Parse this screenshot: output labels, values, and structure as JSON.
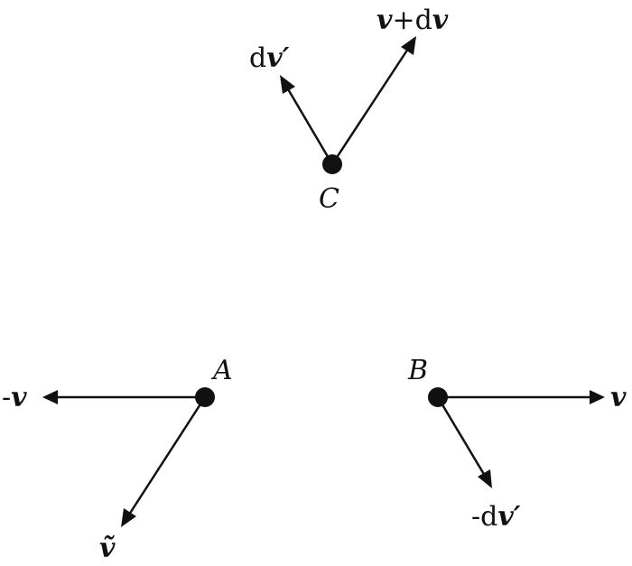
{
  "points": {
    "A": {
      "label": "A"
    },
    "B": {
      "label": "B"
    },
    "C": {
      "label": "C"
    }
  },
  "vectors": {
    "A_neg_v": {
      "label": "-v",
      "label_parts": [
        {
          "text": "-",
          "style": "plain"
        },
        {
          "text": "v",
          "style": "bold-italic"
        }
      ]
    },
    "A_v_tilde": {
      "label": "ṽ",
      "label_parts": [
        {
          "text": "ṽ",
          "style": "bold-italic"
        }
      ]
    },
    "B_v": {
      "label": "v",
      "label_parts": [
        {
          "text": "v",
          "style": "bold-italic"
        }
      ]
    },
    "B_neg_dv_prime": {
      "label": "-dv′",
      "label_parts": [
        {
          "text": "-d",
          "style": "plain"
        },
        {
          "text": "v′",
          "style": "bold-italic"
        }
      ]
    },
    "C_dv_prime": {
      "label": "dv′",
      "label_parts": [
        {
          "text": "d",
          "style": "plain"
        },
        {
          "text": "v′",
          "style": "bold-italic"
        }
      ]
    },
    "C_v_plus_dv": {
      "label": "v+dv",
      "label_parts": [
        {
          "text": "v",
          "style": "bold-italic"
        },
        {
          "text": "+d",
          "style": "plain"
        },
        {
          "text": "v",
          "style": "bold-italic"
        }
      ]
    }
  },
  "colors": {
    "ink": "#111111",
    "background": "#ffffff"
  }
}
